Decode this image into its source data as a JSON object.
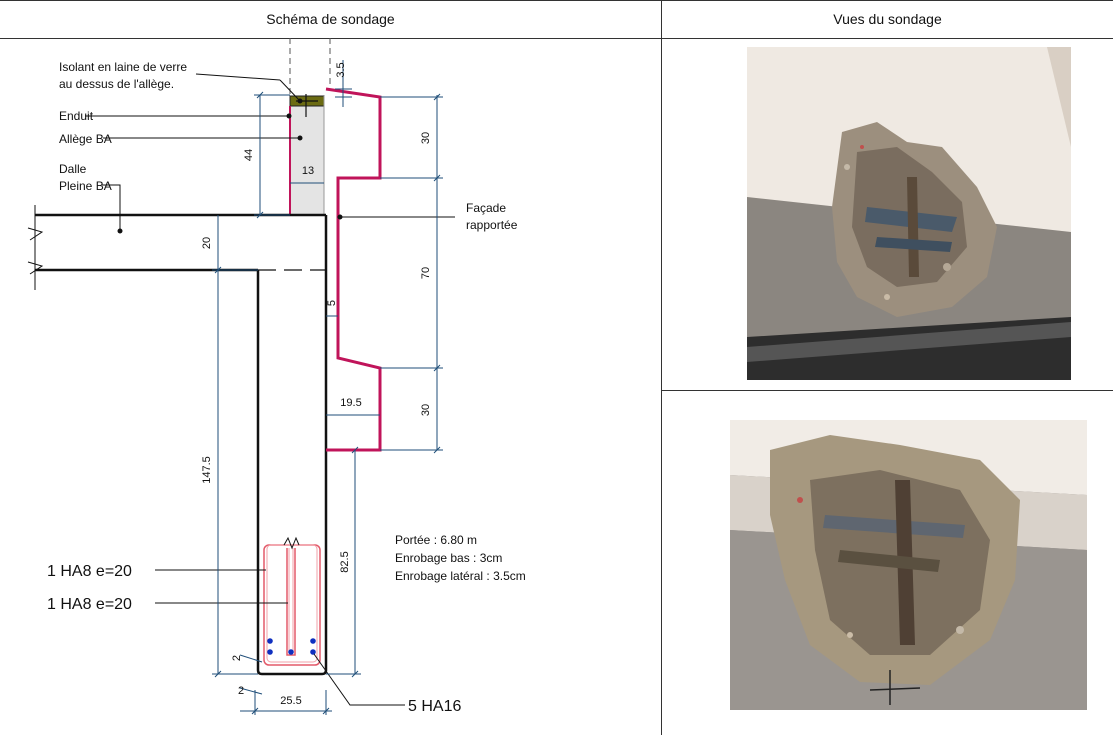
{
  "header": {
    "left_title": "Schéma de sondage",
    "right_title": "Vues du sondage"
  },
  "labels": {
    "isolant_l1": "Isolant en laine de verre",
    "isolant_l2": "au dessus de l'allège.",
    "enduit": "Enduit",
    "allege": "Allège BA",
    "dalle_l1": "Dalle",
    "dalle_l2": "Pleine BA",
    "facade_l1": "Façade",
    "facade_l2": "rapportée",
    "ha8_a": "1 HA8  e=20",
    "ha8_b": "1 HA8  e=20",
    "ha16": "5 HA16"
  },
  "notes": {
    "portee": "Portée : 6.80 m",
    "enrobage_bas": "Enrobage bas : 3cm",
    "enrobage_lat": "Enrobage latéral : 3.5cm"
  },
  "dimensions": {
    "d3_5": "3.5",
    "d44": "44",
    "d13": "13",
    "d30a": "30",
    "d20": "20",
    "d70": "70",
    "d5": "5",
    "d19_5": "19.5",
    "d30b": "30",
    "d147_5": "147.5",
    "d82_5": "82.5",
    "d2a": "2",
    "d2b": "2",
    "d25_5": "25.5"
  },
  "photos": {
    "top_name": "sondage-photo-1",
    "bottom_name": "sondage-photo-2"
  },
  "colors": {
    "facade": "#c0145a",
    "dim": "#1f4e79",
    "rebar": "#e35a6a",
    "bars": "#1030c0",
    "insulation": "#6b6b12"
  }
}
